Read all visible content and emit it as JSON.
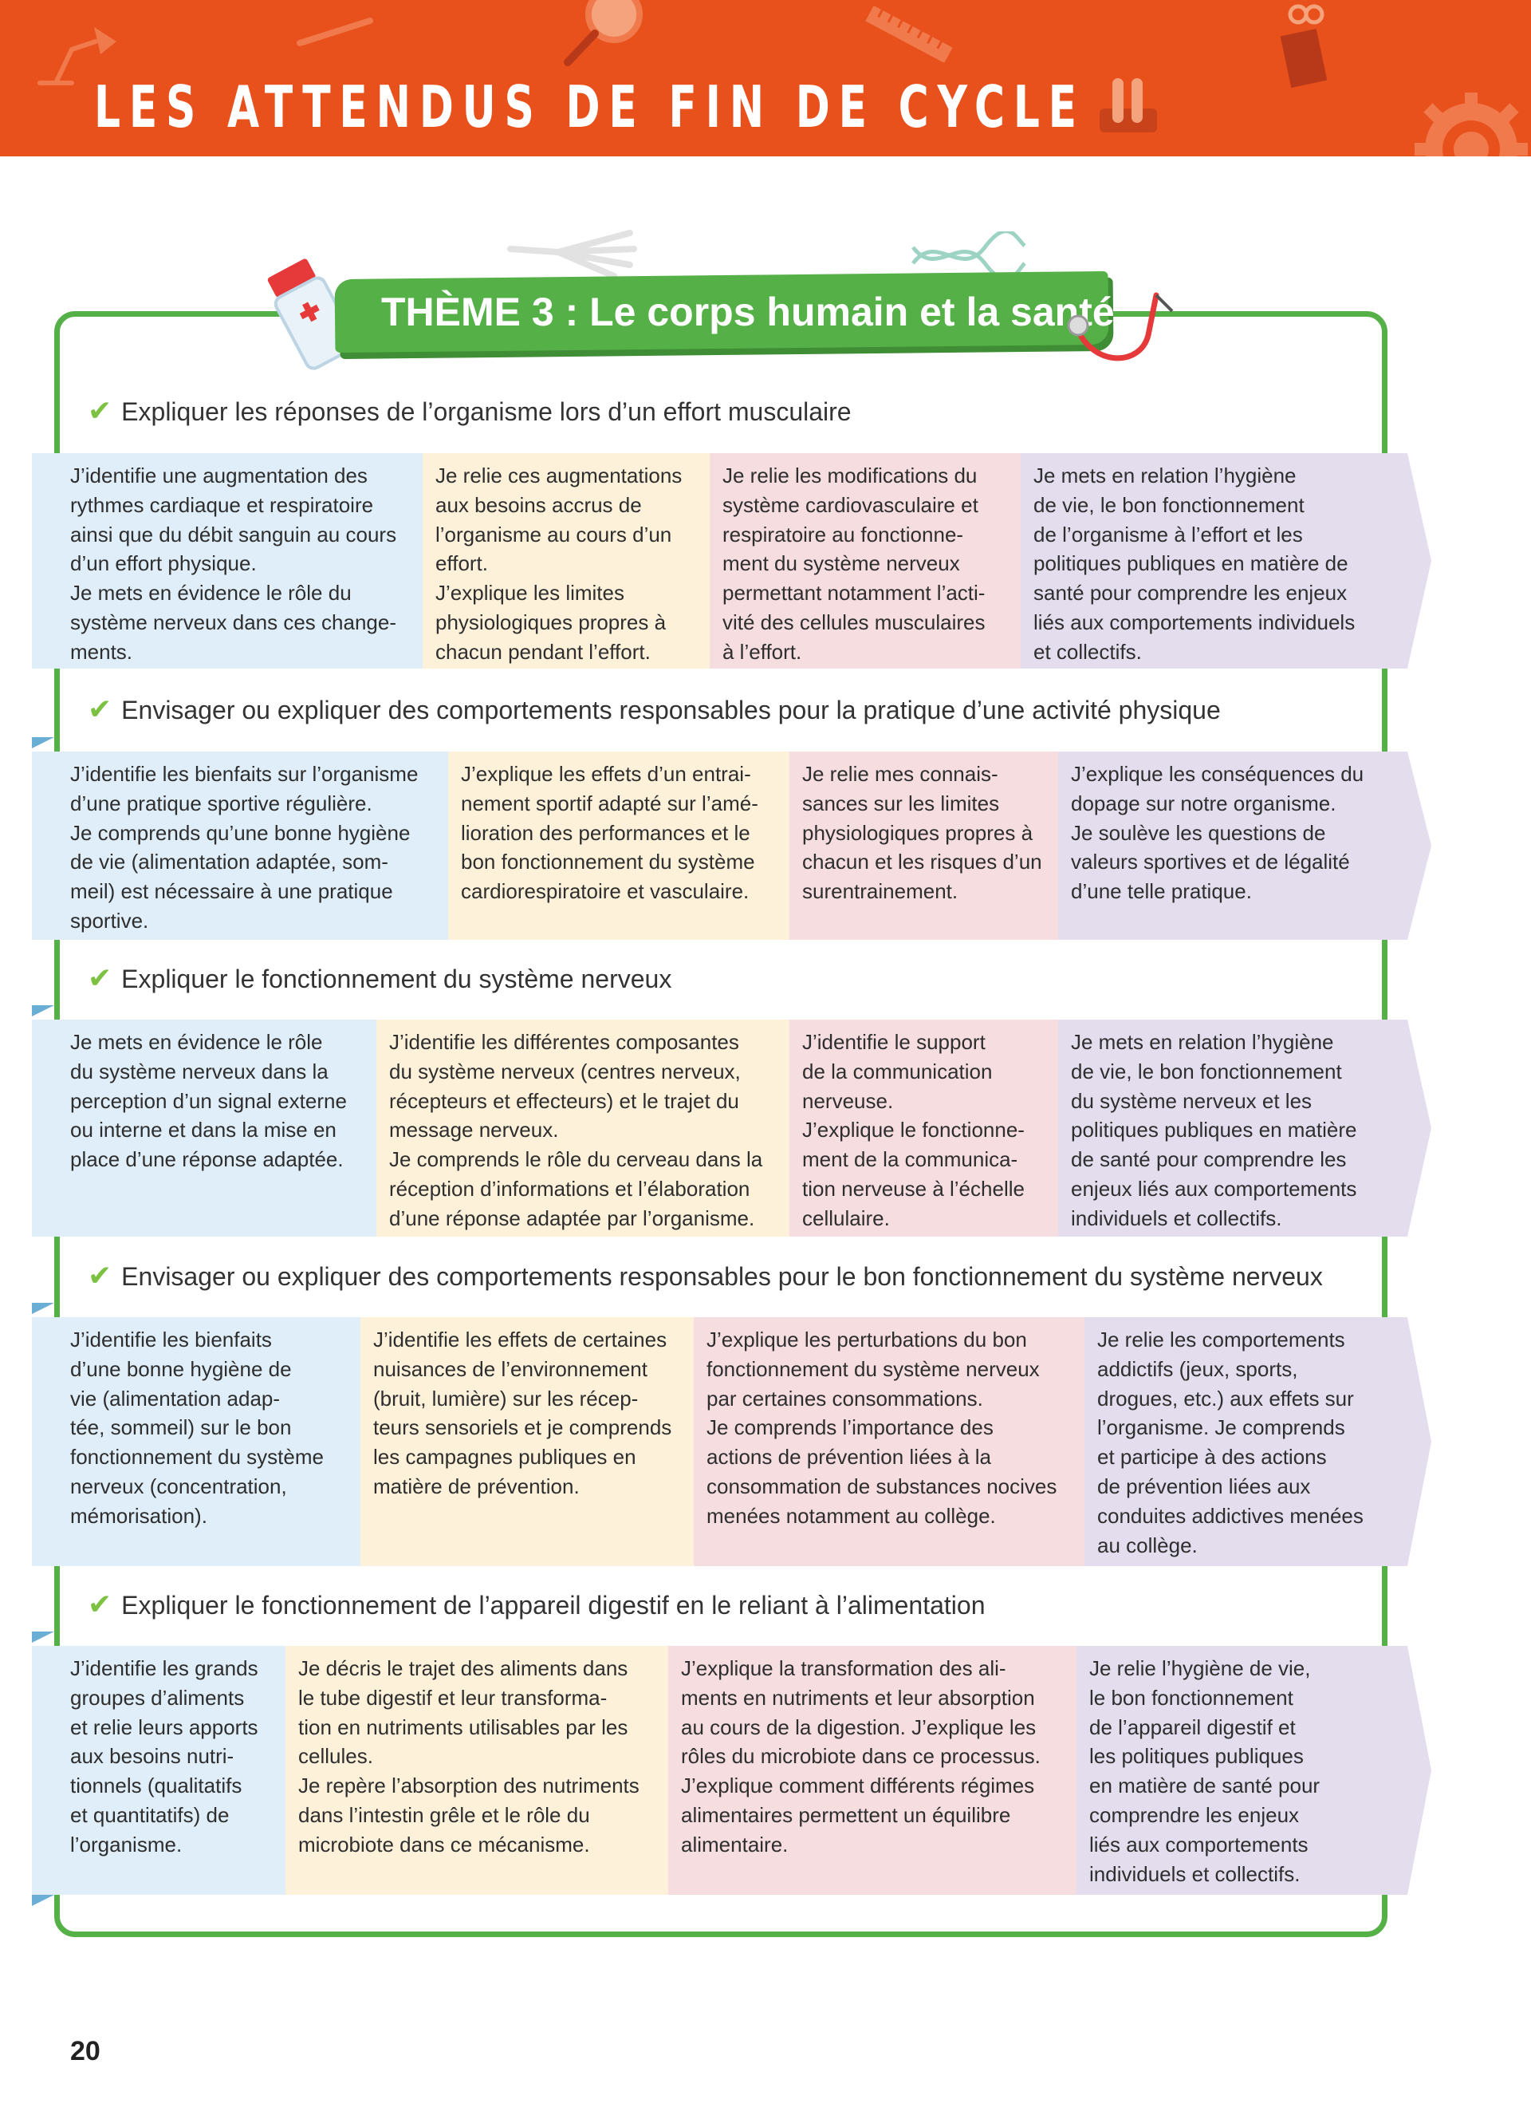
{
  "header": {
    "title": "LES ATTENDUS DE FIN DE CYCLE",
    "accent_color": "#e8501c"
  },
  "theme": {
    "title": "THÈME 3 : Le corps humain et la santé",
    "accent_color": "#55b147"
  },
  "sections": [
    {
      "heading": "Expliquer les réponses de l’organisme lors d’un effort musculaire",
      "cells": [
        "J’identifie une augmentation des\nrythmes cardiaque et respiratoire\nainsi que du débit sanguin au cours\nd’un effort physique.\nJe mets en évidence le rôle du\nsystème nerveux dans ces change-\nments.",
        "Je relie ces augmentations\naux besoins accrus de\nl’organisme au cours d’un\neffort.\nJ’explique les limites\nphysiologiques propres à\nchacun pendant l’effort.",
        "Je relie les modifications du\nsystème cardiovasculaire et\nrespiratoire au fonctionne-\nment du système nerveux\npermettant notamment l’acti-\nvité des cellules musculaires\nà l’effort.",
        "Je mets en relation l’hygiène\nde vie, le bon fonctionnement\nde l’organisme à l’effort et les\npolitiques publiques en matière de\nsanté pour comprendre les enjeux\nliés aux comportements individuels\net collectifs."
      ]
    },
    {
      "heading": "Envisager ou expliquer des comportements responsables pour la pratique d’une activité physique",
      "cells": [
        "J’identifie les bienfaits sur l’organisme\nd’une pratique sportive régulière.\nJe comprends qu’une bonne hygiène\nde vie (alimentation adaptée, som-\nmeil) est nécessaire à une pratique\nsportive.",
        "J’explique les effets d’un entrai-\nnement sportif adapté sur l’amé-\nlioration des performances et le\nbon fonctionnement du système\ncardiorespiratoire et vasculaire.",
        "Je relie mes connais-\nsances sur les limites\nphysiologiques propres à\nchacun et les risques d’un\nsurentrainement.",
        "J’explique les conséquences du\ndopage sur notre organisme.\nJe soulève les questions de\nvaleurs sportives et de légalité\nd’une telle pratique."
      ]
    },
    {
      "heading": "Expliquer le fonctionnement du système nerveux",
      "cells": [
        "Je mets en évidence le rôle\ndu système nerveux dans la\nperception d’un signal externe\nou interne et dans la mise en\nplace d’une réponse adaptée.",
        "J’identifie les différentes composantes\ndu système nerveux (centres nerveux,\nrécepteurs et effecteurs) et le trajet du\nmessage nerveux.\nJe comprends le rôle du cerveau dans la\nréception d’informations et l’élaboration\nd’une réponse adaptée par l’organisme.",
        "J’identifie le support\nde la communication\nnerveuse.\nJ’explique le fonctionne-\nment de la communica-\ntion nerveuse à l’échelle\ncellulaire.",
        "Je mets en relation l’hygiène\nde vie, le bon fonctionnement\ndu système nerveux et les\npolitiques publiques en matière\nde santé pour comprendre les\nenjeux liés aux comportements\nindividuels et collectifs."
      ]
    },
    {
      "heading": "Envisager ou expliquer des comportements responsables pour le bon fonctionnement du système nerveux",
      "cells": [
        "J’identifie les bienfaits\nd’une bonne hygiène de\nvie (alimentation adap-\ntée, sommeil) sur le bon\nfonctionnement du système\nnerveux (concentration,\nmémorisation).",
        "J’identifie les effets de certaines\nnuisances de l’environnement\n(bruit, lumière) sur les récep-\nteurs sensoriels et je comprends\nles campagnes publiques en\nmatière de prévention.",
        "J’explique les perturbations du bon\nfonctionnement du système nerveux\npar certaines consommations.\nJe comprends l’importance des\nactions de prévention liées à la\nconsommation de substances nocives\nmenées notamment au collège.",
        "Je relie les comportements\naddictifs (jeux, sports,\ndrogues, etc.) aux effets sur\nl’organisme. Je comprends\net participe à des actions\nde prévention liées aux\nconduites addictives menées\nau collège."
      ]
    },
    {
      "heading": "Expliquer le fonctionnement de l’appareil digestif en le reliant à l’alimentation",
      "cells": [
        "J’identifie les grands\ngroupes d’aliments\net relie leurs apports\naux besoins nutri-\ntionnels (qualitatifs\net quantitatifs) de\nl’organisme.",
        "Je décris le trajet des aliments dans\nle tube digestif et leur transforma-\ntion en nutriments utilisables par les\ncellules.\nJe repère l’absorption des nutriments\ndans l’intestin grêle et le rôle du\nmicrobiote dans ce mécanisme.",
        "J’explique la transformation des ali-\nments en nutriments et leur absorption\nau cours de la digestion. J’explique les\nrôles du microbiote dans ce processus.\nJ’explique comment différents régimes\nalimentaires permettent un équilibre\nalimentaire.",
        "Je relie l’hygiène de vie,\nle bon fonctionnement\nde l’appareil digestif et\nles politiques publiques\nen matière de santé pour\ncomprendre les enjeux\nliés aux comportements\nindividuels et collectifs."
      ]
    }
  ],
  "page_number": "20",
  "icons": [
    "lamp-icon",
    "pencil-icon",
    "magnifier-icon",
    "ruler-icon",
    "test-tubes-icon",
    "pencil-cup-icon",
    "gear-icon",
    "medicine-bottle-icon",
    "skeleton-hand-icon",
    "dna-icon",
    "stethoscope-icon",
    "check-icon"
  ]
}
